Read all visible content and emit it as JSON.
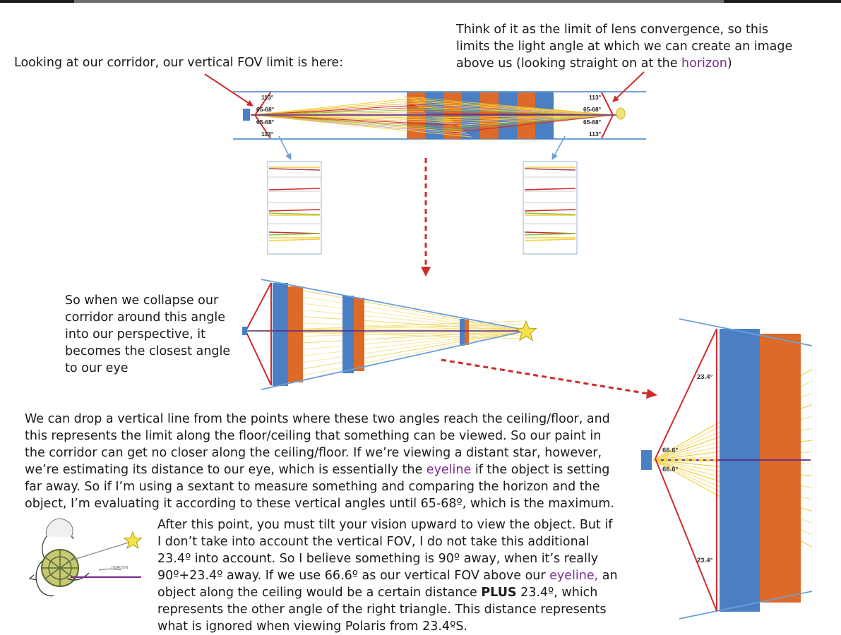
{
  "top_left_text": "Looking at our corridor, our vertical FOV limit is here:",
  "top_right_text": {
    "before": "Think of it as the limit of lens convergence, so this\nlimits the light angle at which we can create an image\nabove us (looking straight on at the ",
    "highlight": "horizon",
    "after": ")"
  },
  "collapse_text": "So when we collapse our\ncorridor around this angle\ninto our perspective, it\nbecomes the closest angle\nto our eye",
  "paragraph1": {
    "before": "We can drop a vertical line from the points where these two angles reach the ceiling/floor, and\nthis represents the limit along the floor/ceiling that something can be viewed.  So our paint in\nthe corridor can get no closer along the ceiling/floor.  If we’re viewing a distant star, however,\nwe’re estimating its distance to our eye, which is essentially the ",
    "highlight": "eyeline",
    "after": " if the object is setting\nfar away.  So if I’m using a sextant to measure something and comparing the horizon and the\nobject, I’m evaluating it according to these vertical angles until 65-68º, which is the maximum."
  },
  "paragraph2": {
    "before": "After this point, you must tilt your vision upward to view the object. But if\nI don’t take into account the vertical FOV, I do not take this additional\n23.4º into account.  So I believe something is 90º away, when it’s really\n90º+23.4º away. If we use 66.6º as our vertical FOV above our ",
    "highlight": "eyeline,",
    "middle": " an\nobject along the ceiling would be a certain distance ",
    "bold": "PLUS",
    "after": " 23.4º, which\nrepresents the other angle of the right triangle.  This distance represents\nwhat is ignored when viewing Polaris from 23.4ºS."
  },
  "corridor_labels_left": [
    "113°",
    "65-68°",
    "65-68°",
    "113°"
  ],
  "corridor_labels_right": [
    "113°",
    "65-68°",
    "65-68°",
    "113°"
  ],
  "zoom_labels": {
    "top": "23.4°",
    "upper_mid": "66.6°",
    "lower_mid": "66.6°",
    "bottom": "23.4°"
  },
  "sextant_caption": "HORIZON",
  "colors": {
    "blue": "#4a7fc4",
    "orange": "#dd6a28",
    "red": "#cf2b2b",
    "line_blue": "#6c9fd6",
    "purple": "#7b2c8f",
    "yellow": "#f2cf3a",
    "star": "#f4e24a"
  }
}
